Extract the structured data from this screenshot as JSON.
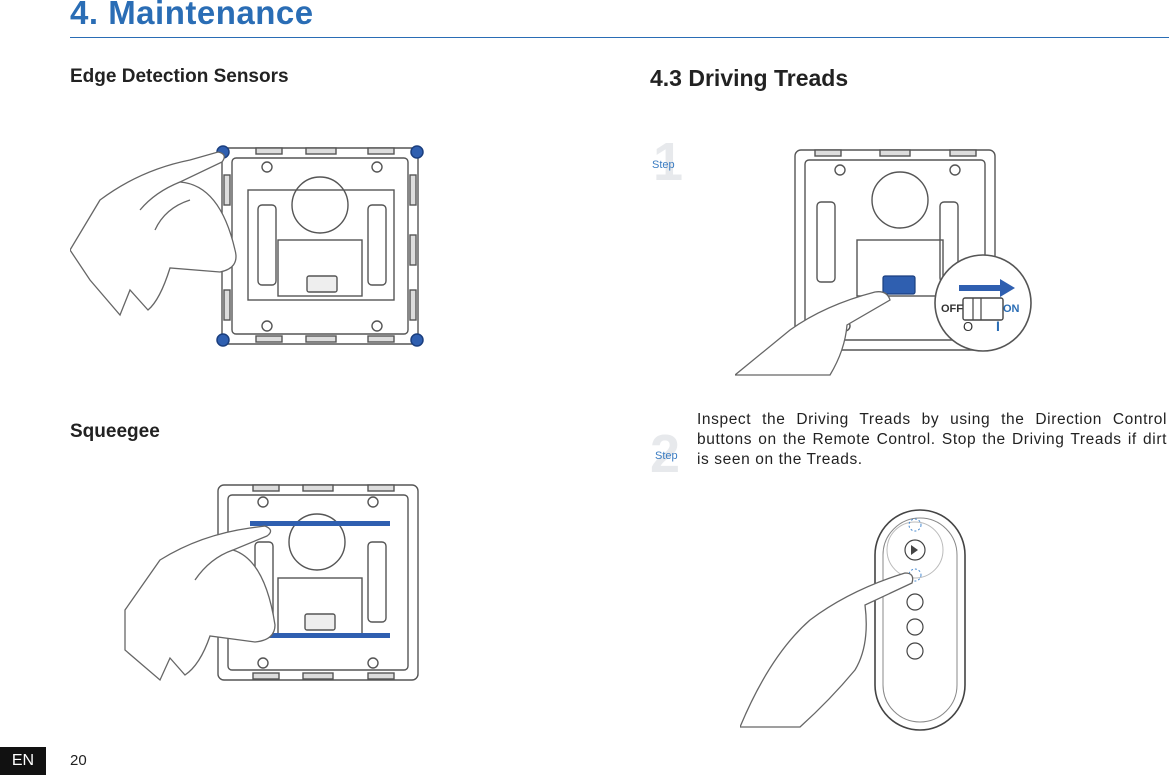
{
  "header": {
    "section_title": "4. Maintenance"
  },
  "left": {
    "edge_sensors_heading": "Edge Detection Sensors",
    "squeegee_heading": "Squeegee"
  },
  "right": {
    "heading": "4.3 Driving Treads",
    "step1": {
      "number": "1",
      "label": "Step"
    },
    "step2": {
      "number": "2",
      "label": "Step",
      "text": "Inspect the Driving Treads by using the Direction Control buttons on the Remote Control. Stop the Driving Treads if dirt is seen on the Treads."
    },
    "switch": {
      "off_label": "OFF",
      "on_label": "ON",
      "off_symbol": "O",
      "on_symbol": "I"
    }
  },
  "footer": {
    "language": "EN",
    "page_number": "20"
  },
  "colors": {
    "accent_blue": "#2a6db5",
    "robot_outline": "#555555",
    "sensor_blue": "#2f5fb0"
  },
  "icons": [
    "hand-illustration",
    "robot-top-view",
    "power-switch",
    "remote-control",
    "play-pause-icon",
    "power-icon",
    "link-icon"
  ]
}
